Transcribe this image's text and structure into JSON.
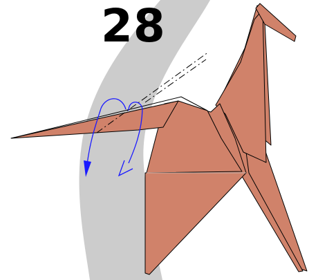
{
  "step": {
    "number": "28"
  },
  "colors": {
    "paper": "#d0826a",
    "outline": "#000000",
    "band": "#cccccc",
    "arrow": "#1a1aff",
    "crease_hint": "#c8b4ad"
  },
  "instructions": {
    "fold_type": "valley-fold",
    "arrows": [
      "curved-fold-arrow-down",
      "curved-fold-arrow-behind"
    ]
  }
}
